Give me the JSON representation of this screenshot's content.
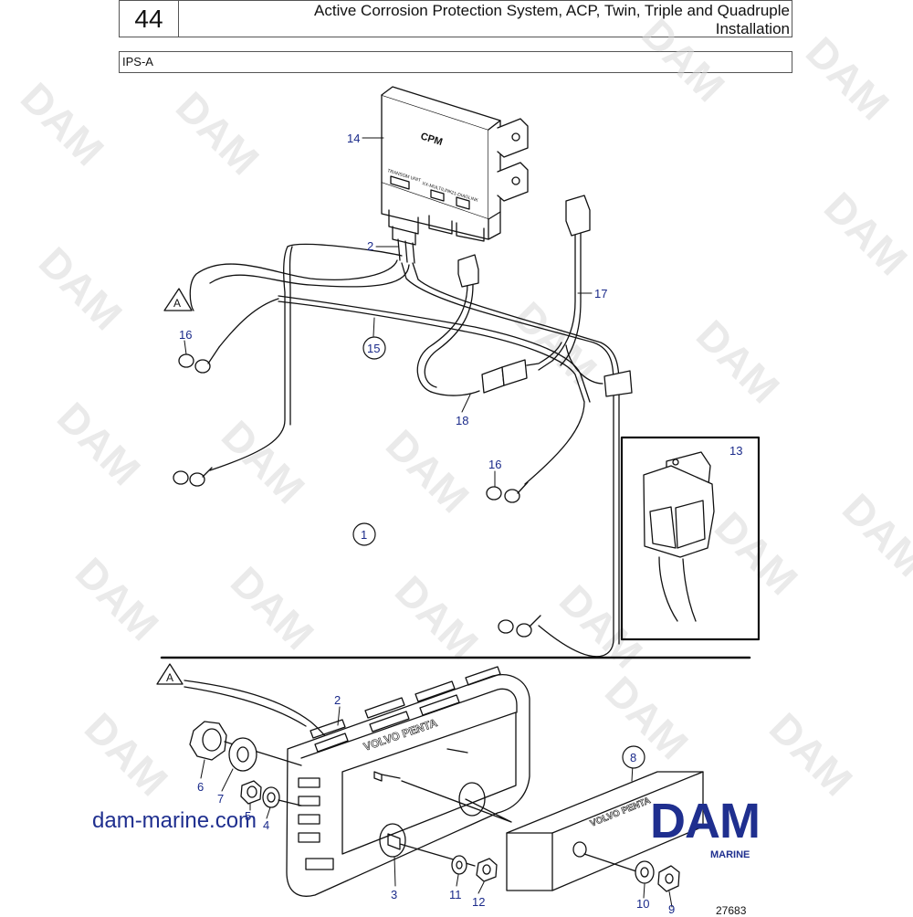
{
  "header": {
    "page_number": "44",
    "title_line1": "Active Corrosion Protection System, ACP, Twin, Triple and Quadruple",
    "title_line2": "Installation"
  },
  "subheader": {
    "text": "IPS-A"
  },
  "watermark": {
    "text": "DAM"
  },
  "diagram": {
    "module_label": "CPM",
    "module_ports": [
      "TRANSOM UNIT",
      "XX-MULTILINK",
      "21-DIAGLINK"
    ],
    "ref_A": "A",
    "callouts": {
      "c14": "14",
      "c2": "2",
      "c17": "17",
      "c16a": "16",
      "c15": "15",
      "c18": "18",
      "c13": "13",
      "c16b": "16",
      "c1": "1",
      "c2b": "2",
      "c6": "6",
      "c7": "7",
      "c5": "5",
      "c4": "4",
      "c8": "8",
      "c3": "3",
      "c11": "11",
      "c12": "12",
      "c10": "10",
      "c9": "9"
    },
    "embossed_text": [
      "VOLVO PENTA",
      "VOLVO PENTA"
    ]
  },
  "footer": {
    "website": "dam-marine.com",
    "brand": "DAM",
    "brand_sub": "MARINE",
    "figure_number": "27683"
  }
}
